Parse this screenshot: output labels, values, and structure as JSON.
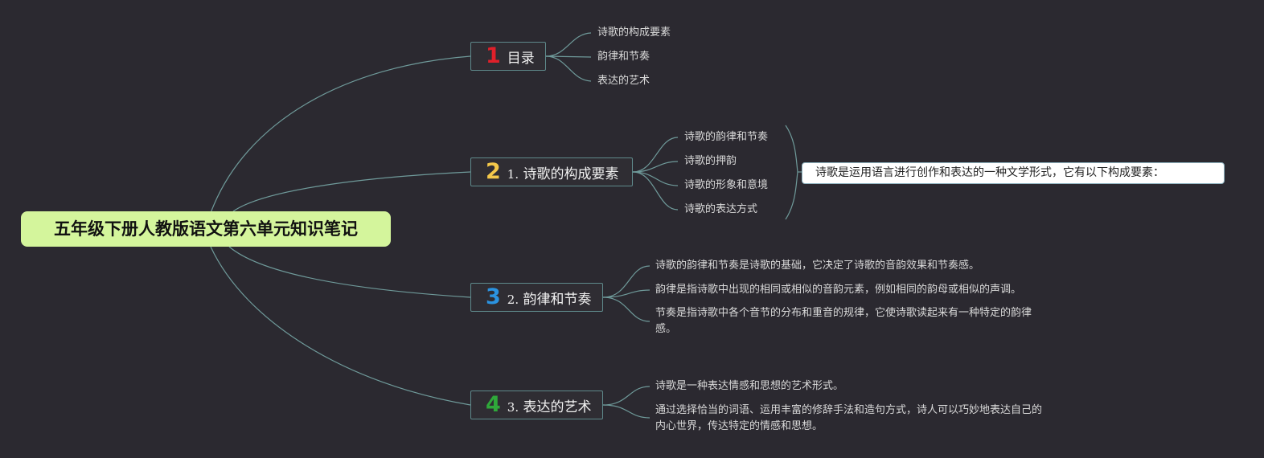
{
  "root": {
    "title": "五年级下册人教版语文第六单元知识笔记"
  },
  "colors": {
    "background": "#2b2930",
    "root_fill": "#d4f59c",
    "connector": "#6f9a9a",
    "num_1": "#e0202a",
    "num_2": "#f4c84a",
    "num_3": "#2b93e0",
    "num_4": "#2fa83a"
  },
  "branches": [
    {
      "number": "1",
      "prefix": "",
      "title": "目录",
      "leaves": [
        "诗歌的构成要素",
        "韵律和节奏",
        "表达的艺术"
      ]
    },
    {
      "number": "2",
      "prefix": "1.",
      "title": "诗歌的构成要素",
      "leaves": [
        "诗歌的韵律和节奏",
        "诗歌的押韵",
        "诗歌的形象和意境",
        "诗歌的表达方式"
      ],
      "summary_note": "诗歌是运用语言进行创作和表达的一种文学形式，它有以下构成要素："
    },
    {
      "number": "3",
      "prefix": "2.",
      "title": "韵律和节奏",
      "leaves": [
        "诗歌的韵律和节奏是诗歌的基础，它决定了诗歌的音韵效果和节奏感。",
        "韵律是指诗歌中出现的相同或相似的音韵元素，例如相同的韵母或相似的声调。",
        "节奏是指诗歌中各个音节的分布和重音的规律，它使诗歌读起来有一种特定的韵律感。"
      ]
    },
    {
      "number": "4",
      "prefix": "3.",
      "title": "表达的艺术",
      "leaves": [
        "诗歌是一种表达情感和思想的艺术形式。",
        "通过选择恰当的词语、运用丰富的修辞手法和造句方式，诗人可以巧妙地表达自己的内心世界，传达特定的情感和思想。"
      ]
    }
  ]
}
